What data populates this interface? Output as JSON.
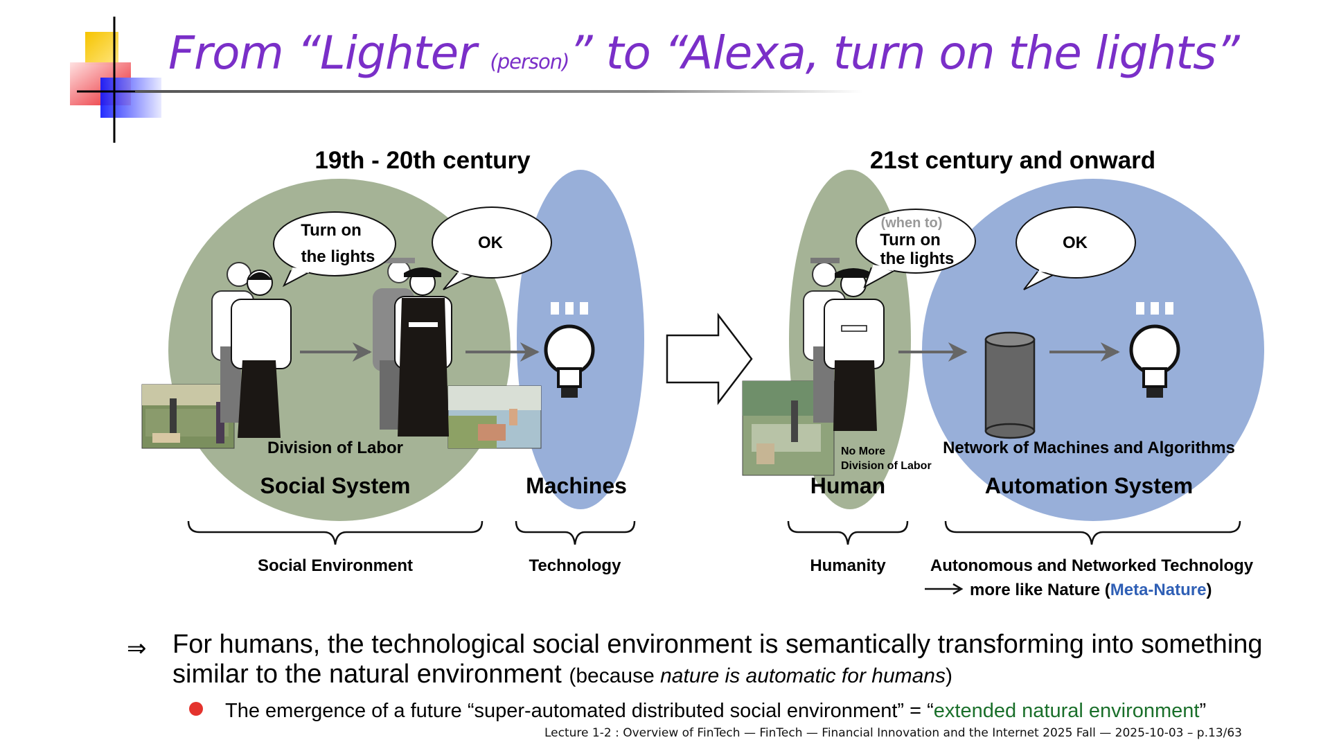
{
  "title": {
    "part1": "From “Lighter ",
    "part_small": "(person)",
    "part2": "” to “Alexa, turn on the lights”"
  },
  "left": {
    "heading": "19th - 20th century",
    "bubble1_line1": "Turn on",
    "bubble1_line2": "the lights",
    "bubble2": "OK",
    "division_label": "Division of Labor",
    "social_system": "Social System",
    "machines": "Machines",
    "brace1": "Social Environment",
    "brace2": "Technology"
  },
  "right": {
    "heading": "21st century and onward",
    "bubble1_when": "(when to)",
    "bubble1_line1": "Turn on",
    "bubble1_line2": "the lights",
    "bubble2": "OK",
    "no_more_line1": "No More",
    "no_more_line2": "Division of Labor",
    "network_label": "Network of Machines and Algorithms",
    "human": "Human",
    "automation_system": "Automation System",
    "brace1": "Humanity",
    "brace2": "Autonomous and Networked Technology",
    "more_like_nature_prefix": "more like Nature (",
    "meta_nature": "Meta-Nature",
    "more_like_nature_suffix": ")"
  },
  "body": {
    "arrow": "⇒",
    "line_a": "For humans, the technological social environment is semantically transforming into something similar to the natural environment ",
    "paren_open": "(because ",
    "paren_italic": "nature is automatic for humans",
    "paren_close": ")",
    "bullet_prefix": "The emergence of a future “super-automated distributed social environment” = “",
    "bullet_green": "extended natural environment",
    "bullet_suffix": "”"
  },
  "footer": "Lecture 1-2 : Overview of FinTech — FinTech — Financial Innovation and the Internet 2025 Fall — 2025-10-03 – p.13/63",
  "colors": {
    "title_purple": "#7a2fc8",
    "social_green": "#a5b396",
    "machine_blue": "#98afd9",
    "meta_nature_blue": "#2f5fb5",
    "extended_green": "#1a6f2a",
    "bullet_red": "#e4332d"
  }
}
